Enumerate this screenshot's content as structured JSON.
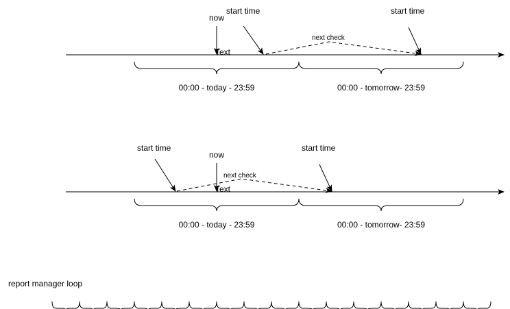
{
  "colors": {
    "stroke": "#000000",
    "background": "#ffffff"
  },
  "scenario_top": {
    "now_label": "now",
    "text_label": "Text",
    "start_time_left": "start time",
    "start_time_right": "start time",
    "next_check_label": "next check",
    "today_range": "00:00 - today - 23:59",
    "tomorrow_range": "00:00 - tomorrow- 23:59"
  },
  "scenario_bottom": {
    "now_label": "now",
    "text_label": "Text",
    "start_time_left": "start time",
    "start_time_right": "start time",
    "next_check_label": "next check",
    "today_range": "00:00 - today - 23:59",
    "tomorrow_range": "00:00 - tomorrow- 23:59"
  },
  "loop": {
    "title": "report manager loop",
    "segment_count": 16
  }
}
